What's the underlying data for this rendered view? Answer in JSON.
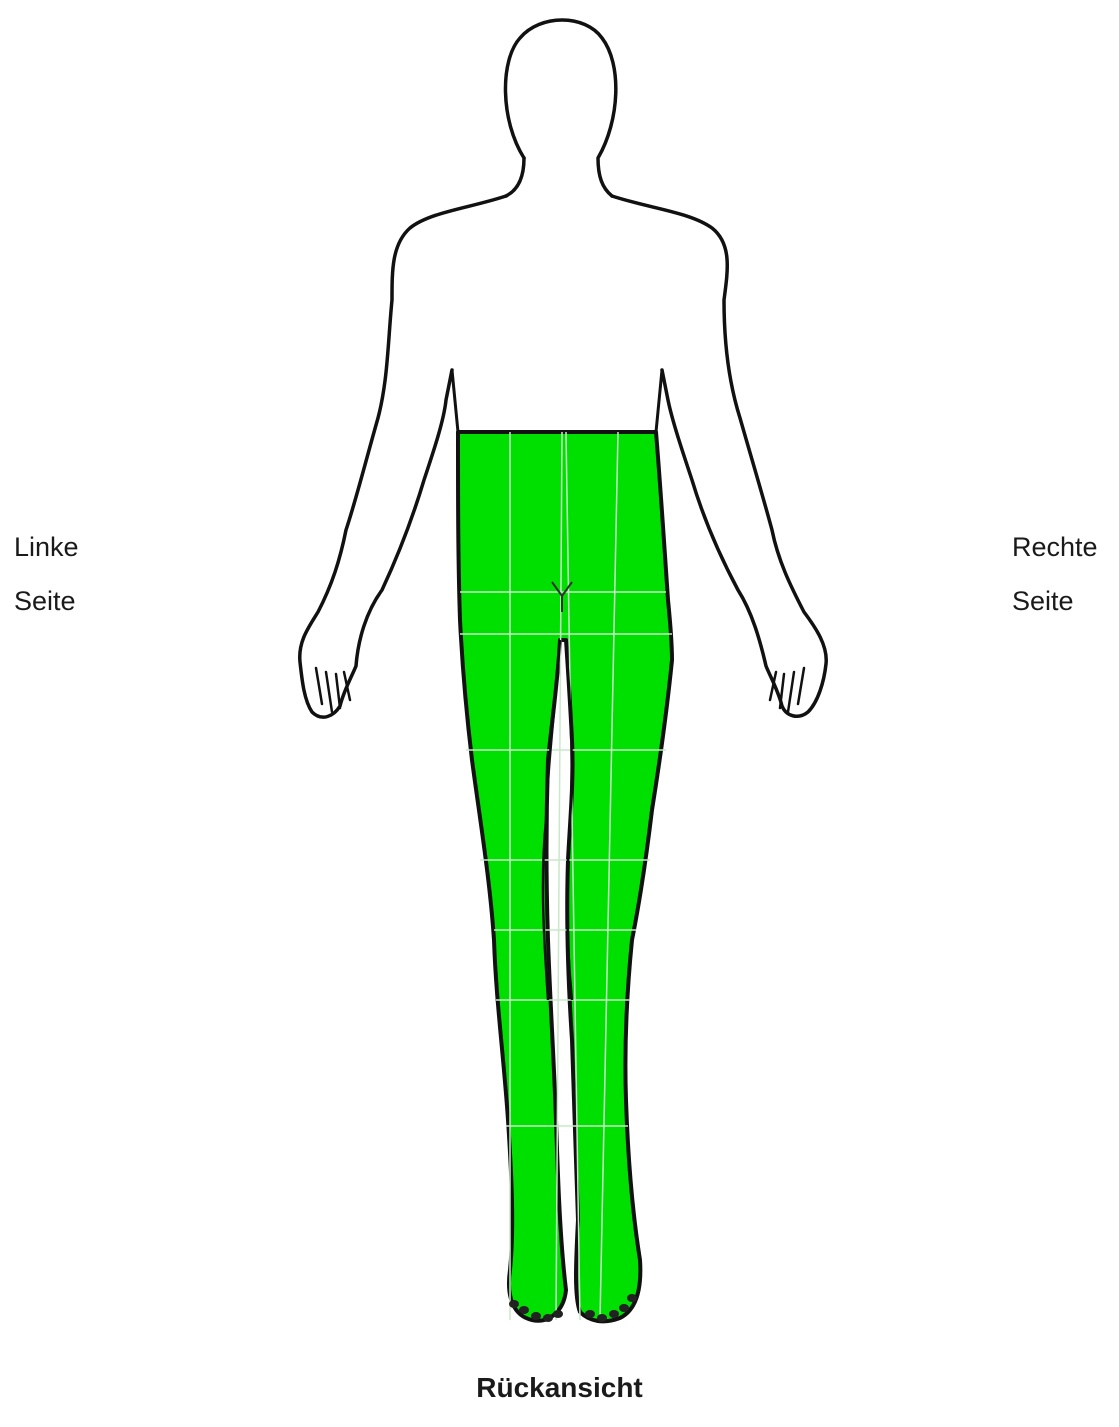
{
  "labels": {
    "left_side": [
      "Linke",
      "Seite"
    ],
    "right_side": [
      "Rechte",
      "Seite"
    ],
    "view": "Rückansicht"
  },
  "colors": {
    "highlight": "#00e000",
    "outline": "#111111",
    "grid": "#c9e8c9"
  },
  "highlighted_region": "lower body: hips and both legs including feet"
}
